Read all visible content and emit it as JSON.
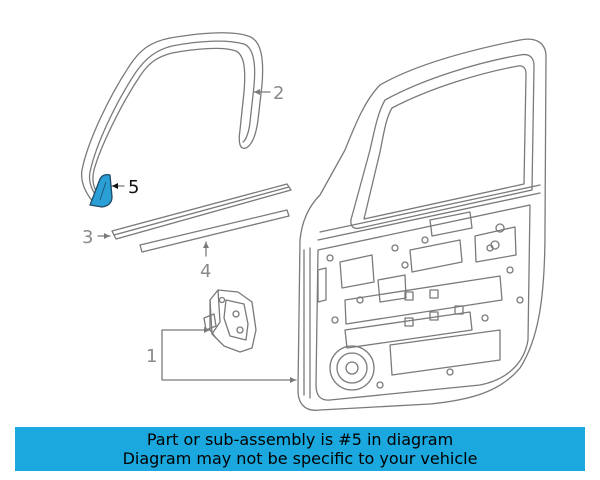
{
  "parts": [
    {
      "id": "1",
      "label": "1"
    },
    {
      "id": "2",
      "label": "2"
    },
    {
      "id": "3",
      "label": "3"
    },
    {
      "id": "4",
      "label": "4"
    },
    {
      "id": "5",
      "label": "5",
      "highlighted": true
    }
  ],
  "banner": {
    "line1": "Part or sub-assembly is #5 in diagram",
    "line2": "Diagram may not be specific to your vehicle"
  },
  "colors": {
    "banner_bg": "#1aa8de",
    "highlight_part": "#2a9fd6",
    "line_art": "#7a7a7a",
    "callout_text": "#8a8a8a",
    "highlight_text": "#111111"
  }
}
